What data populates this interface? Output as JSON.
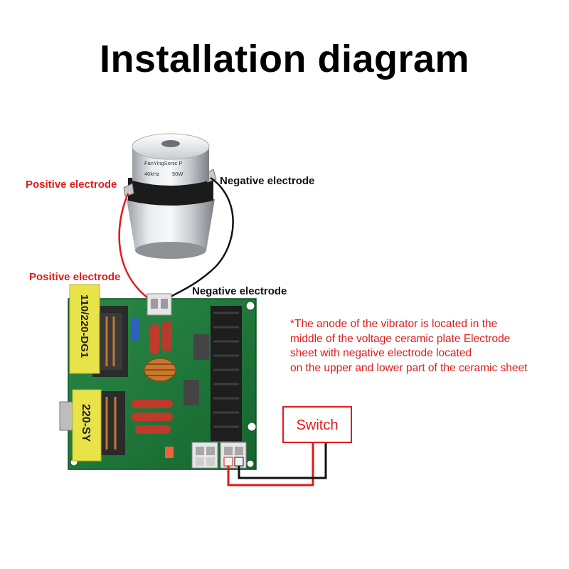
{
  "title": "Installation diagram",
  "labels": {
    "positive_electrode_top": "Positive electrode",
    "negative_electrode_top": "Negative electrode",
    "positive_electrode_board": "Positive electrode",
    "negative_electrode_board": "Negative electrode"
  },
  "transducer": {
    "brand": "FanYingSonic P",
    "frequency": "40kHz",
    "power": "50W"
  },
  "board": {
    "transformer_1": "110/220-DG1",
    "transformer_2": "220-SY"
  },
  "switch_label": "Switch",
  "note_lines": [
    "*The anode of the vibrator is located in the",
    "middle of the voltage ceramic plate Electrode",
    "sheet with negative electrode located",
    "on the upper and lower part of the ceramic sheet"
  ],
  "colors": {
    "wire_positive": "#e01b1b",
    "wire_negative": "#111111",
    "board_green": "#1f7a3a",
    "transformer_yellow": "#e9e34a"
  }
}
